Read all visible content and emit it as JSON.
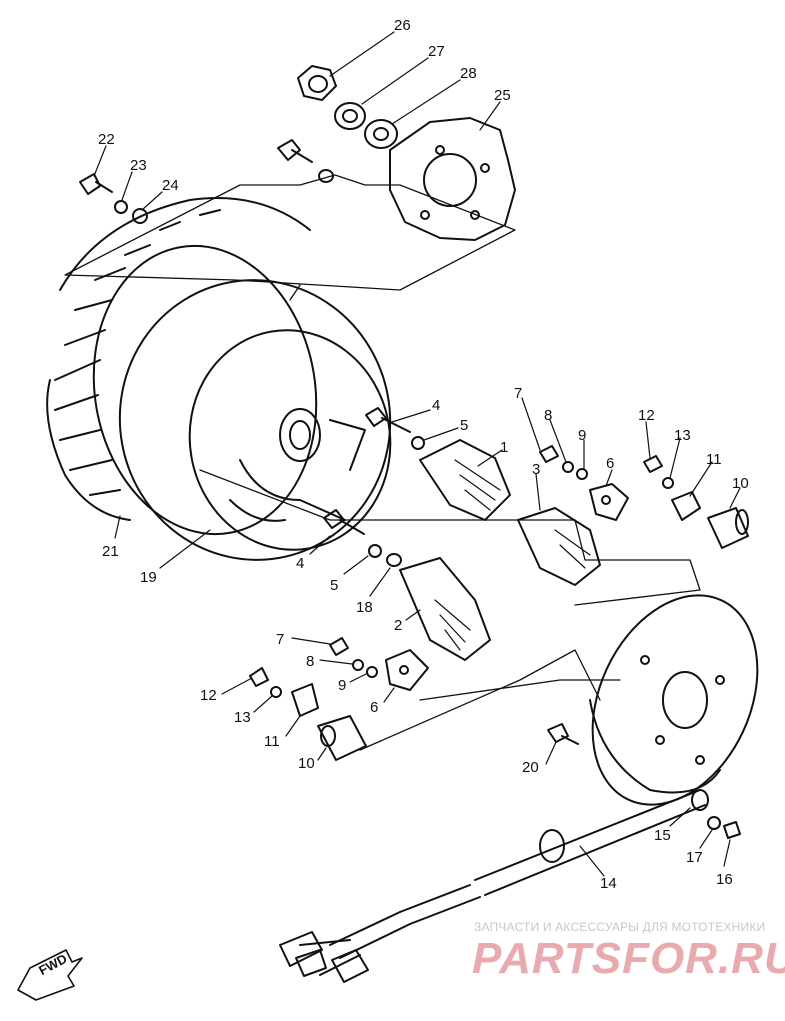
{
  "diagram": {
    "parts": [
      {
        "id": "lbl-26",
        "text": "26"
      },
      {
        "id": "lbl-27",
        "text": "27"
      },
      {
        "id": "lbl-28",
        "text": "28"
      },
      {
        "id": "lbl-25",
        "text": "25"
      },
      {
        "id": "lbl-22",
        "text": "22"
      },
      {
        "id": "lbl-23",
        "text": "23"
      },
      {
        "id": "lbl-24",
        "text": "24"
      },
      {
        "id": "lbl-4a",
        "text": "4"
      },
      {
        "id": "lbl-5a",
        "text": "5"
      },
      {
        "id": "lbl-1",
        "text": "1"
      },
      {
        "id": "lbl-7a",
        "text": "7"
      },
      {
        "id": "lbl-8a",
        "text": "8"
      },
      {
        "id": "lbl-9a",
        "text": "9"
      },
      {
        "id": "lbl-6a",
        "text": "6"
      },
      {
        "id": "lbl-12a",
        "text": "12"
      },
      {
        "id": "lbl-13a",
        "text": "13"
      },
      {
        "id": "lbl-11a",
        "text": "11"
      },
      {
        "id": "lbl-10a",
        "text": "10"
      },
      {
        "id": "lbl-3",
        "text": "3"
      },
      {
        "id": "lbl-21",
        "text": "21"
      },
      {
        "id": "lbl-19",
        "text": "19"
      },
      {
        "id": "lbl-4b",
        "text": "4"
      },
      {
        "id": "lbl-5b",
        "text": "5"
      },
      {
        "id": "lbl-18",
        "text": "18"
      },
      {
        "id": "lbl-2",
        "text": "2"
      },
      {
        "id": "lbl-7b",
        "text": "7"
      },
      {
        "id": "lbl-8b",
        "text": "8"
      },
      {
        "id": "lbl-9b",
        "text": "9"
      },
      {
        "id": "lbl-6b",
        "text": "6"
      },
      {
        "id": "lbl-12b",
        "text": "12"
      },
      {
        "id": "lbl-13b",
        "text": "13"
      },
      {
        "id": "lbl-11b",
        "text": "11"
      },
      {
        "id": "lbl-10b",
        "text": "10"
      },
      {
        "id": "lbl-20",
        "text": "20"
      },
      {
        "id": "lbl-15",
        "text": "15"
      },
      {
        "id": "lbl-17",
        "text": "17"
      },
      {
        "id": "lbl-16",
        "text": "16"
      },
      {
        "id": "lbl-14",
        "text": "14"
      }
    ],
    "fwd_label": "FWD"
  },
  "watermark": {
    "tagline": "ЗАПЧАСТИ И АКСЕССУАРЫ ДЛЯ МОТОТЕХНИКИ",
    "brand": "PARTSFOR.RU",
    "color": "#e9a9ad"
  }
}
